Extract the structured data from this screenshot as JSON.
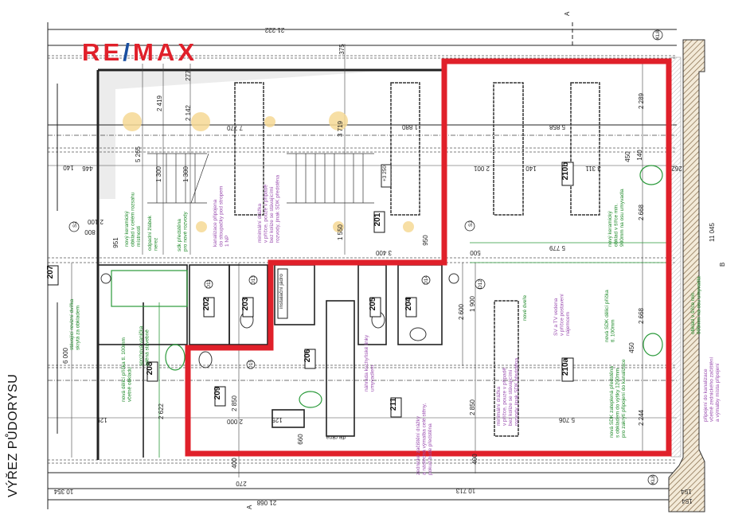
{
  "logo": {
    "text": "RE/MAX",
    "left": "RE",
    "slash": "/",
    "right": "MAX",
    "red": "#e0202a",
    "blue": "#1a4fa0"
  },
  "side_title": "VÝŘEZ PŮDORYSU",
  "highlight_color": "#e0202a",
  "section_markers": {
    "a_top": "A",
    "a_bottom": "A",
    "b_right": "B"
  },
  "door_tags": [
    "S2",
    "S3",
    "D11",
    "D12",
    "D13",
    "D14",
    "D15"
  ],
  "column_tags": [
    "KL8",
    "KL8"
  ],
  "rooms": [
    "201",
    "202",
    "203",
    "204",
    "205",
    "206",
    "207",
    "208",
    "209",
    "210a",
    "210b",
    "211"
  ],
  "labels": {
    "core": "instalační jádro",
    "elev": "+3 250",
    "window": "dle okna"
  },
  "dimensions": {
    "total_top": "21 222",
    "total_bottom": "21 068",
    "left_bottom": "10 354",
    "right_bottom": "10 713",
    "depth": "11 045",
    "d375": "375",
    "d277": "277",
    "d2419": "2 419",
    "d2142": "2 142",
    "d7770": "7 770",
    "d3719": "3 719",
    "d5265": "5 265",
    "d1300a": "1 300",
    "d1300b": "1 300",
    "d446": "446",
    "d140a": "140",
    "d2100": "2 100",
    "d800": "800",
    "d951": "951",
    "d1550": "1 550",
    "d1880": "1 880",
    "d5858": "5 858",
    "d2001": "2 001",
    "d140b": "140",
    "d3311": "3 311",
    "d2289": "2 289",
    "d2668a": "2 668",
    "d140c": "140",
    "d450a": "450",
    "d262": "262",
    "d5779": "5 779",
    "d500": "500",
    "d3400": "3 400",
    "d950": "950",
    "d2600": "2 600",
    "d1900": "1 900",
    "d2850a": "2 850",
    "d5706": "5 706",
    "d2244": "2 244",
    "d2668b": "2 668",
    "d450b": "450",
    "d400a": "400",
    "d154a": "154",
    "d154b": "154",
    "d6000": "6 000",
    "d2622": "2 622",
    "d2850b": "2 850",
    "d2000": "2 000",
    "d400b": "400",
    "d270": "270",
    "d660": "660",
    "d125a": "125",
    "d125b": "125"
  },
  "annotations": [
    {
      "lines": [
        "nový keramický",
        "obklad v celém rozsahu",
        "místnosti"
      ],
      "color": "green"
    },
    {
      "lines": [
        "odpadní žlábek",
        "nerez"
      ],
      "color": "green"
    },
    {
      "lines": [
        "sdk předstěna",
        "pro nové rozvody"
      ],
      "color": "green"
    },
    {
      "lines": [
        "kanalizace připojena",
        "do stoupačky pod stropem",
        "1 NP"
      ],
      "color": "purple"
    },
    {
      "lines": [
        "minimální drážka",
        "v příčce, pouze v případě",
        "bez kolize se stávajícími",
        "rozvody, jinak SDK předstěna"
      ],
      "color": "purple"
    },
    {
      "lines": [
        "stávající revizní dvířka",
        "skrytá za obkladem"
      ],
      "color": "green"
    },
    {
      "lines": [
        "nová dělicí příčka tl. 100mm",
        "včetně obkladu"
      ],
      "color": "green"
    },
    {
      "lines": [
        "sprchová vanička",
        "zděná stavebně"
      ],
      "color": "green"
    },
    {
      "lines": [
        "náhrada kuchyňské linky",
        "umyvadlem"
      ],
      "color": "purple"
    },
    {
      "lines": [
        "zednické začištění drážky",
        "a následná výmalba celé stěny,",
        "pokud bude předstěna"
      ],
      "color": "purple"
    },
    {
      "lines": [
        "minimální drážka",
        "v příčce, pouze v případě",
        "bez kolize se stávajícími",
        "rozvody, jinak SDK předstěna"
      ],
      "color": "purple"
    },
    {
      "lines": [
        "nové dveře"
      ],
      "color": "green"
    },
    {
      "lines": [
        "SV a TV vedena",
        "v příčce postavení",
        "nájemcem"
      ],
      "color": "purple"
    },
    {
      "lines": [
        "nová SDK dělicí příčka",
        "tl. 100mm"
      ],
      "color": "green"
    },
    {
      "lines": [
        "nová SDK zateplená předstěna",
        "s obkladem do výšky 1200mm",
        "pro zakrytí připojení do kanalizace"
      ],
      "color": "green"
    },
    {
      "lines": [
        "nový keramický",
        "obklad v šířce min.",
        "900mm na osu umyvadla"
      ],
      "color": "green"
    },
    {
      "lines": [
        "obklad v šířce min.",
        "900mm na osu umyvadla"
      ],
      "color": "green"
    },
    {
      "lines": [
        "připojení do kanalizace",
        "včetně zednického začištění",
        "a výmalby místa připojení"
      ],
      "color": "purple"
    }
  ]
}
